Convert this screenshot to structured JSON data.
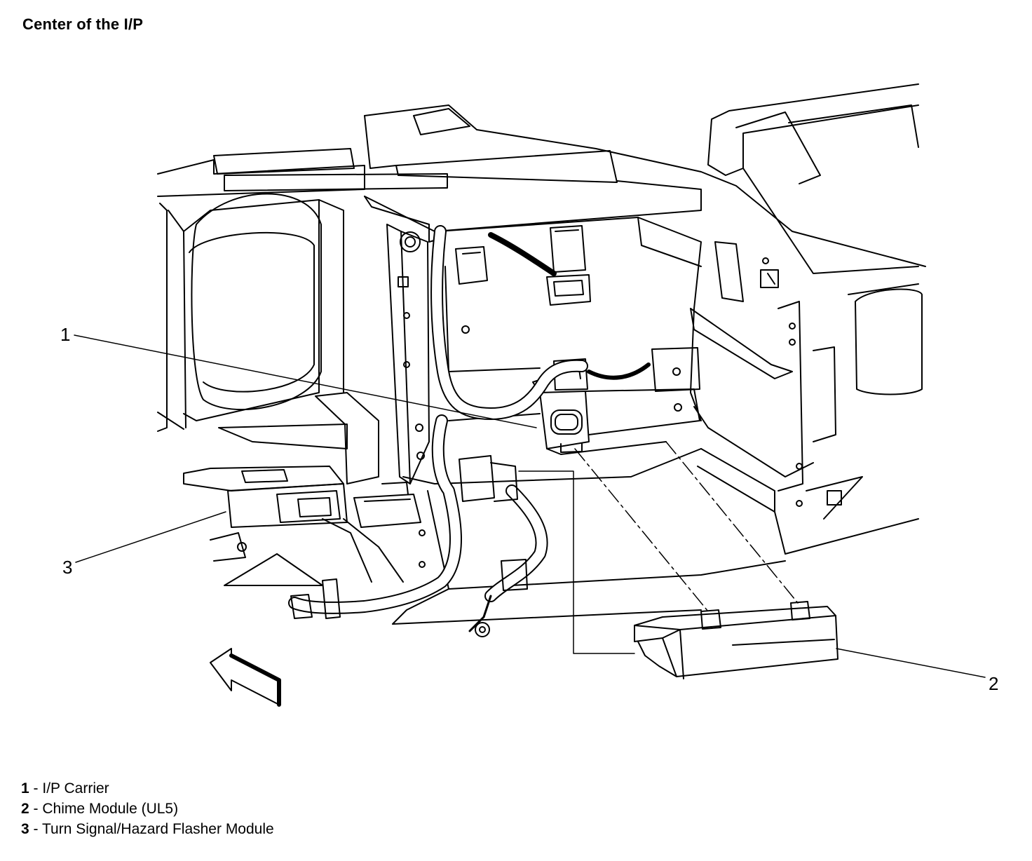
{
  "title": "Center of the I/P",
  "callouts": [
    "1",
    "2",
    "3"
  ],
  "legend": [
    {
      "num": "1",
      "sep": " - ",
      "label": "I/P Carrier"
    },
    {
      "num": "2",
      "sep": " - ",
      "label": "Chime Module (UL5)"
    },
    {
      "num": "3",
      "sep": " - ",
      "label": "Turn Signal/Hazard Flasher Module"
    }
  ]
}
